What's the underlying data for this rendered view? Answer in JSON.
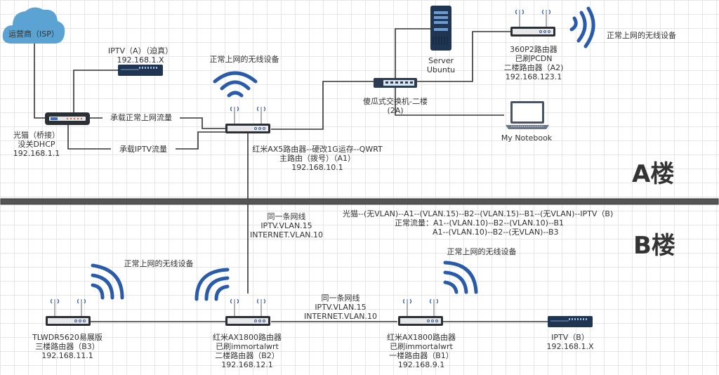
{
  "diagram": {
    "isp": {
      "label": "运营商（ISP）"
    },
    "modem": {
      "lines": [
        "光猫（桥接）",
        "没关DHCP",
        "192.168.1.1"
      ]
    },
    "iptv_a": {
      "lines": [
        "IPTV（A）（迫真）",
        "192.168.1.X"
      ]
    },
    "link_internet": "承载正常上网流量",
    "link_iptv": "承载IPTV流量",
    "router_a1": {
      "lines": [
        "红米AX5路由器--硬改1G运存--QWRT",
        "主路由（拨号）（A1）",
        "192.168.10.1"
      ]
    },
    "wireless_a1": "正常上网的无线设备",
    "switch_2a": {
      "lines": [
        "傻瓜式交换机-二楼",
        "(2A)"
      ]
    },
    "server": {
      "lines": [
        "Server",
        "Ubuntu"
      ]
    },
    "router_a2": {
      "lines": [
        "360P2路由器",
        "已刷PCDN",
        "二楼路由器（A2)",
        "192.168.123.1"
      ]
    },
    "wireless_a2": "正常上网的无线设备",
    "notebook": {
      "label": "My Notebook"
    },
    "building_a": "A楼",
    "building_b": "B楼",
    "trunk_a1_b2": {
      "lines": [
        "同一条网线",
        "IPTV.VLAN.15",
        "INTERNET.VLAN.10"
      ]
    },
    "vlan_notes": {
      "lines": [
        "光猫--(无VLAN)--A1--(VLAN.15)--B2--(VLAN.15)--B1--(无VLAN)--IPTV（B)",
        "正常流量：A1--(VLAN.10)--B2--(VLAN.10)--B1",
        "A1--(VLAN.10)--B2--(无VLAN)--B3"
      ]
    },
    "router_b3": {
      "lines": [
        "TLWDR5620易展版",
        "三楼路由器（B3）",
        "192.168.11.1"
      ]
    },
    "wireless_b3": "正常上网的无线设备",
    "router_b2": {
      "lines": [
        "红米AX1800路由器",
        "已刷immortalwrt",
        "二楼路由器（B2）",
        "192.168.12.1"
      ]
    },
    "trunk_b2_b1": {
      "lines": [
        "同一条网线",
        "IPTV.VLAN.15",
        "INTERNET.VLAN.10"
      ]
    },
    "router_b1": {
      "lines": [
        "红米AX1800路由器",
        "已刷immortalwrt",
        "一楼路由器（B1）",
        "192.168.9.1"
      ]
    },
    "wireless_b1": "正常上网的无线设备",
    "iptv_b": {
      "lines": [
        "IPTV（B）",
        "192.168.1.X"
      ]
    }
  },
  "colors": {
    "wire": "#333333",
    "wifi": "#2a5ba8",
    "device_dark": "#2b2f36",
    "device_navy": "#1f3552",
    "floor_divider": "#555555",
    "cloud": "#5aa3d3"
  }
}
